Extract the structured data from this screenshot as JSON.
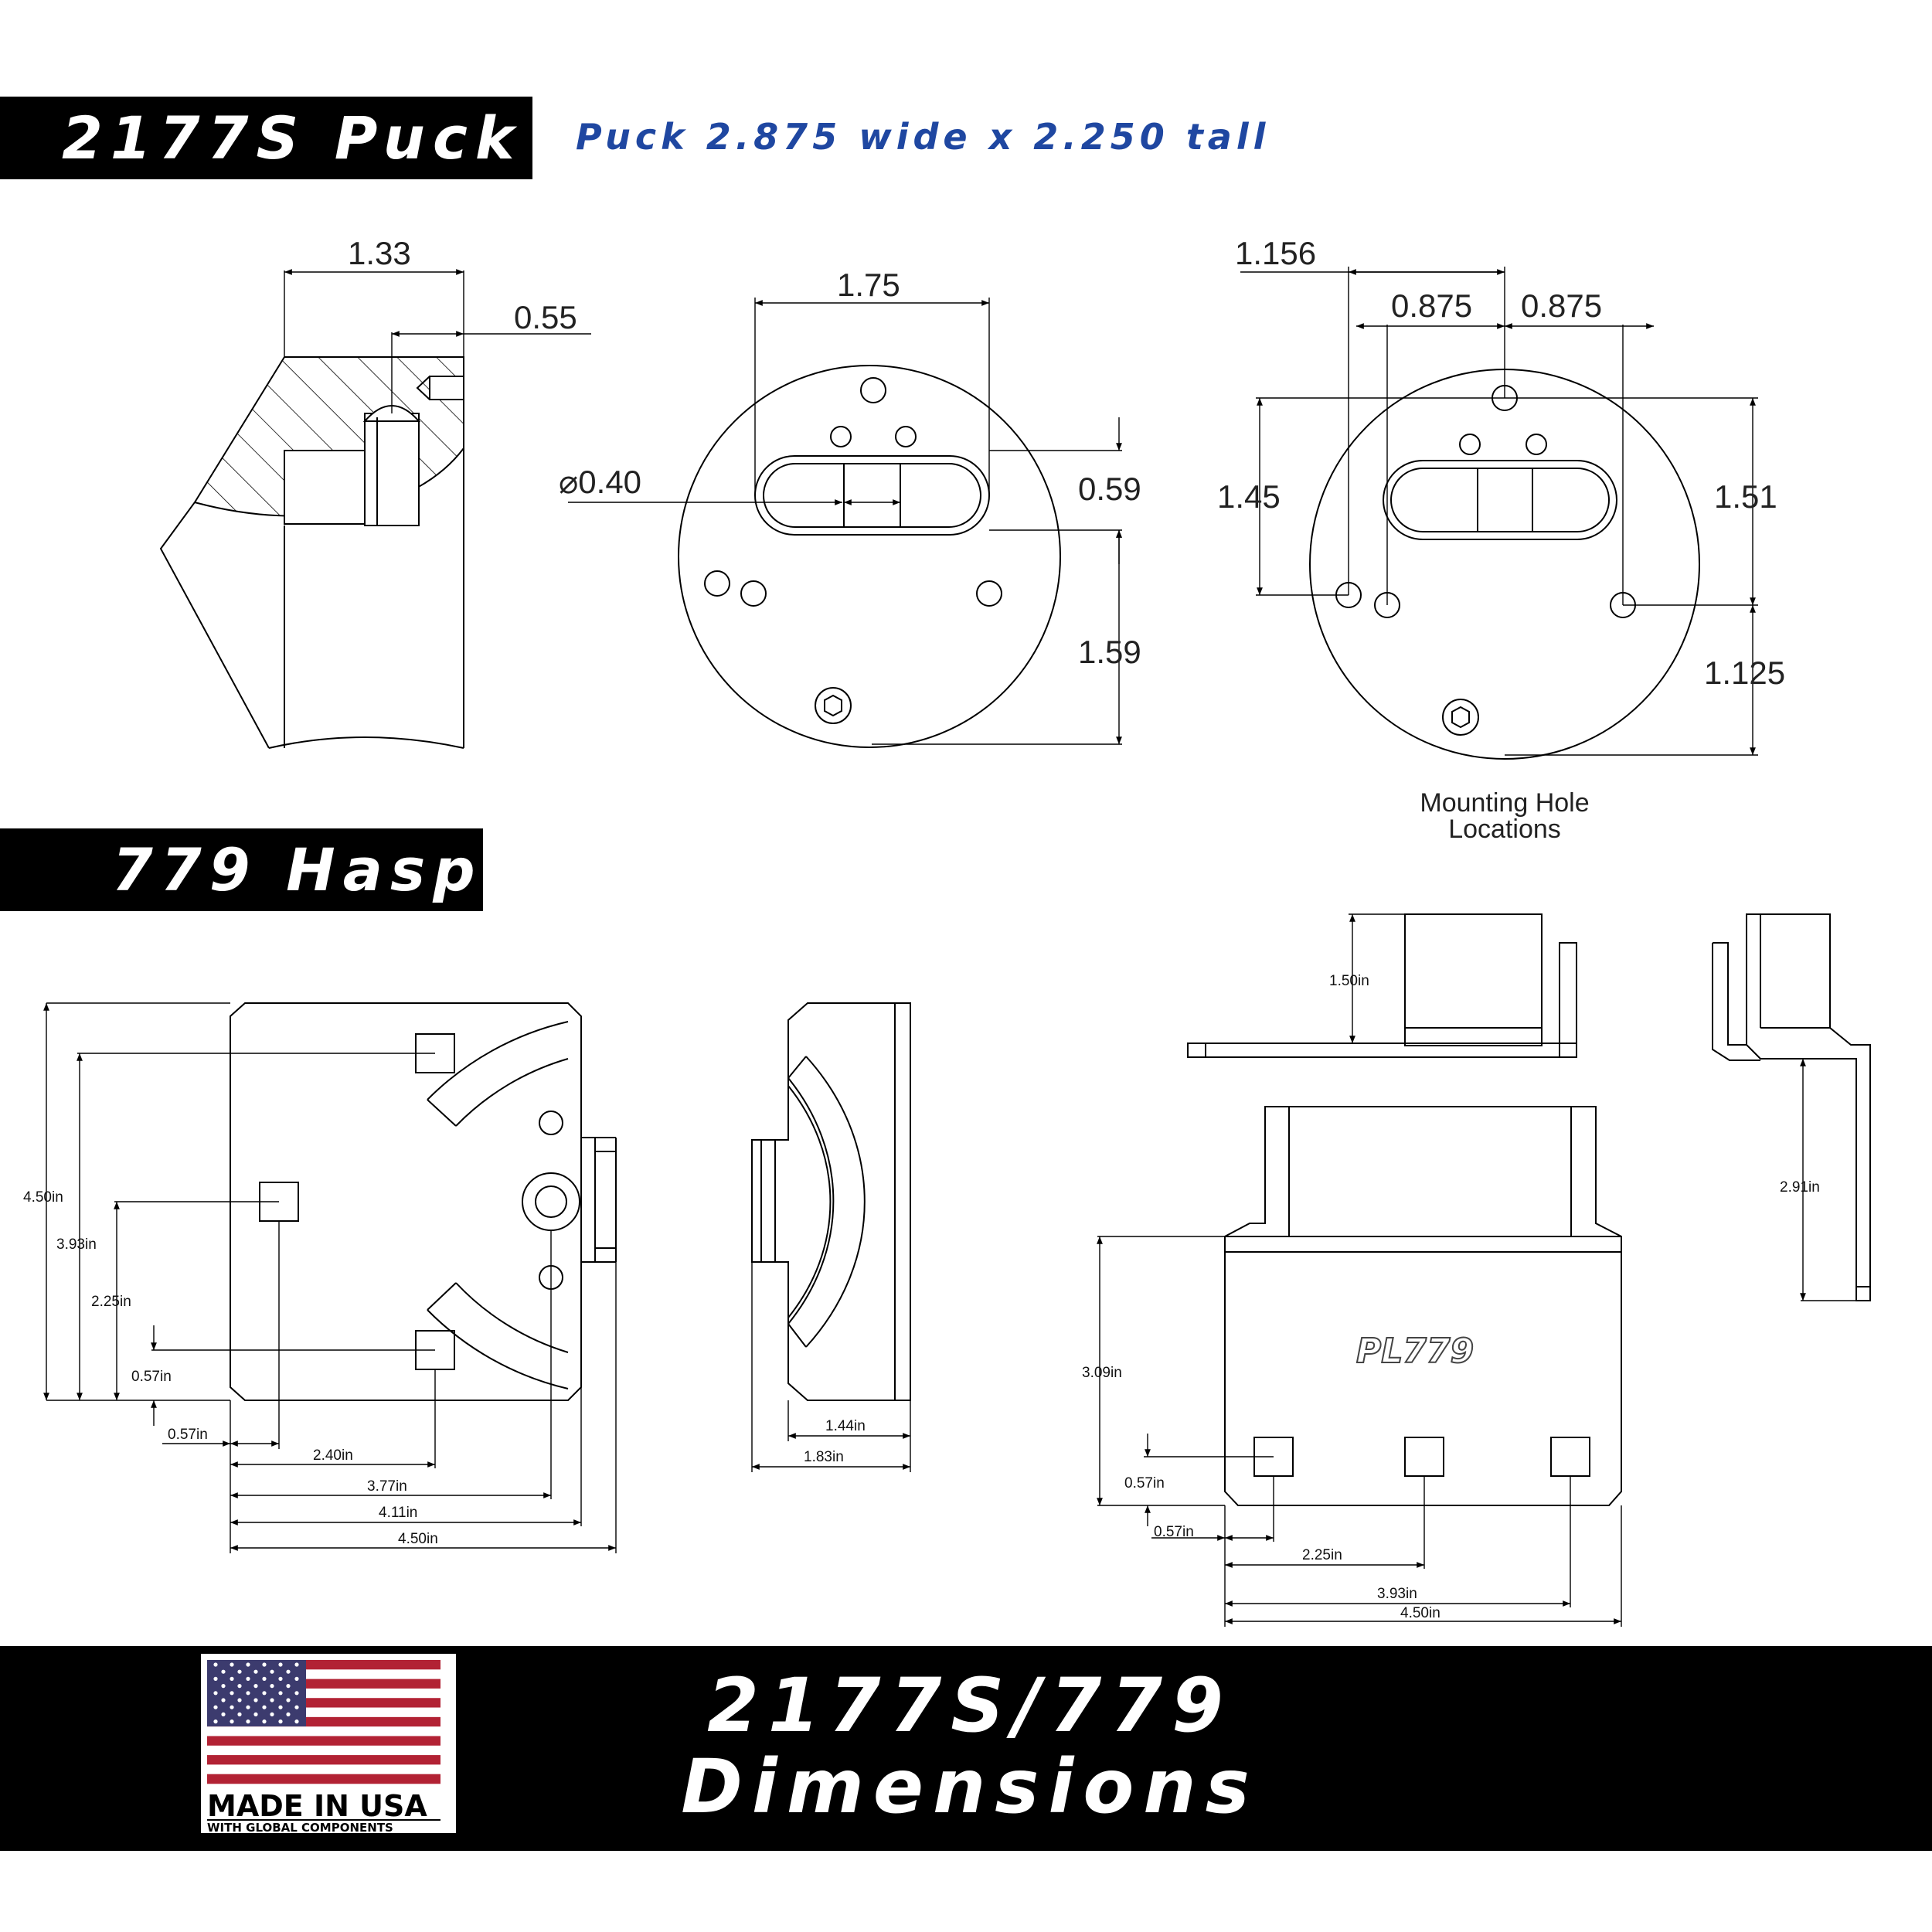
{
  "puck": {
    "banner": "2177S Puck",
    "subtitle": "Puck 2.875 wide x 2.250 tall",
    "side_view": {
      "dim_width": "1.33",
      "dim_offset": "0.55"
    },
    "front_view": {
      "dim_slot_width": "1.75",
      "dim_hole": "⌀0.40",
      "dim_slot_height": "0.59",
      "dim_bottom": "1.59"
    },
    "mount_view": {
      "dim_left": "1.156",
      "dim_left_gap": "0.875",
      "dim_right_gap": "0.875",
      "dim_height_left": "1.45",
      "dim_height_right": "1.51",
      "dim_bottom": "1.125",
      "caption_line1": "Mounting Hole",
      "caption_line2": "Locations"
    }
  },
  "hasp": {
    "banner": "779 Hasp",
    "front_view": {
      "d_450h": "4.50in",
      "d_393h": "3.93in",
      "d_225h": "2.25in",
      "d_057h": "0.57in",
      "d_057w": "0.57in",
      "d_240": "2.40in",
      "d_377": "3.77in",
      "d_411": "4.11in",
      "d_450w": "4.50in"
    },
    "side_view": {
      "d_144": "1.44in",
      "d_183": "1.83in"
    },
    "top_view": {
      "d_150": "1.50in"
    },
    "right_view": {
      "d_291": "2.91in"
    },
    "plate_view": {
      "label": "PL779",
      "d_309": "3.09in",
      "d_057h": "0.57in",
      "d_057w": "0.57in",
      "d_225": "2.25in",
      "d_393": "3.93in",
      "d_450": "4.50in"
    }
  },
  "footer": {
    "title_line1": "2177S/779",
    "title_line2": "Dimensions",
    "badge_line1": "MADE IN USA",
    "badge_line2": "WITH GLOBAL COMPONENTS",
    "flag_colors": {
      "red": "#b22234",
      "blue": "#3c3b6e",
      "white": "#ffffff"
    }
  }
}
